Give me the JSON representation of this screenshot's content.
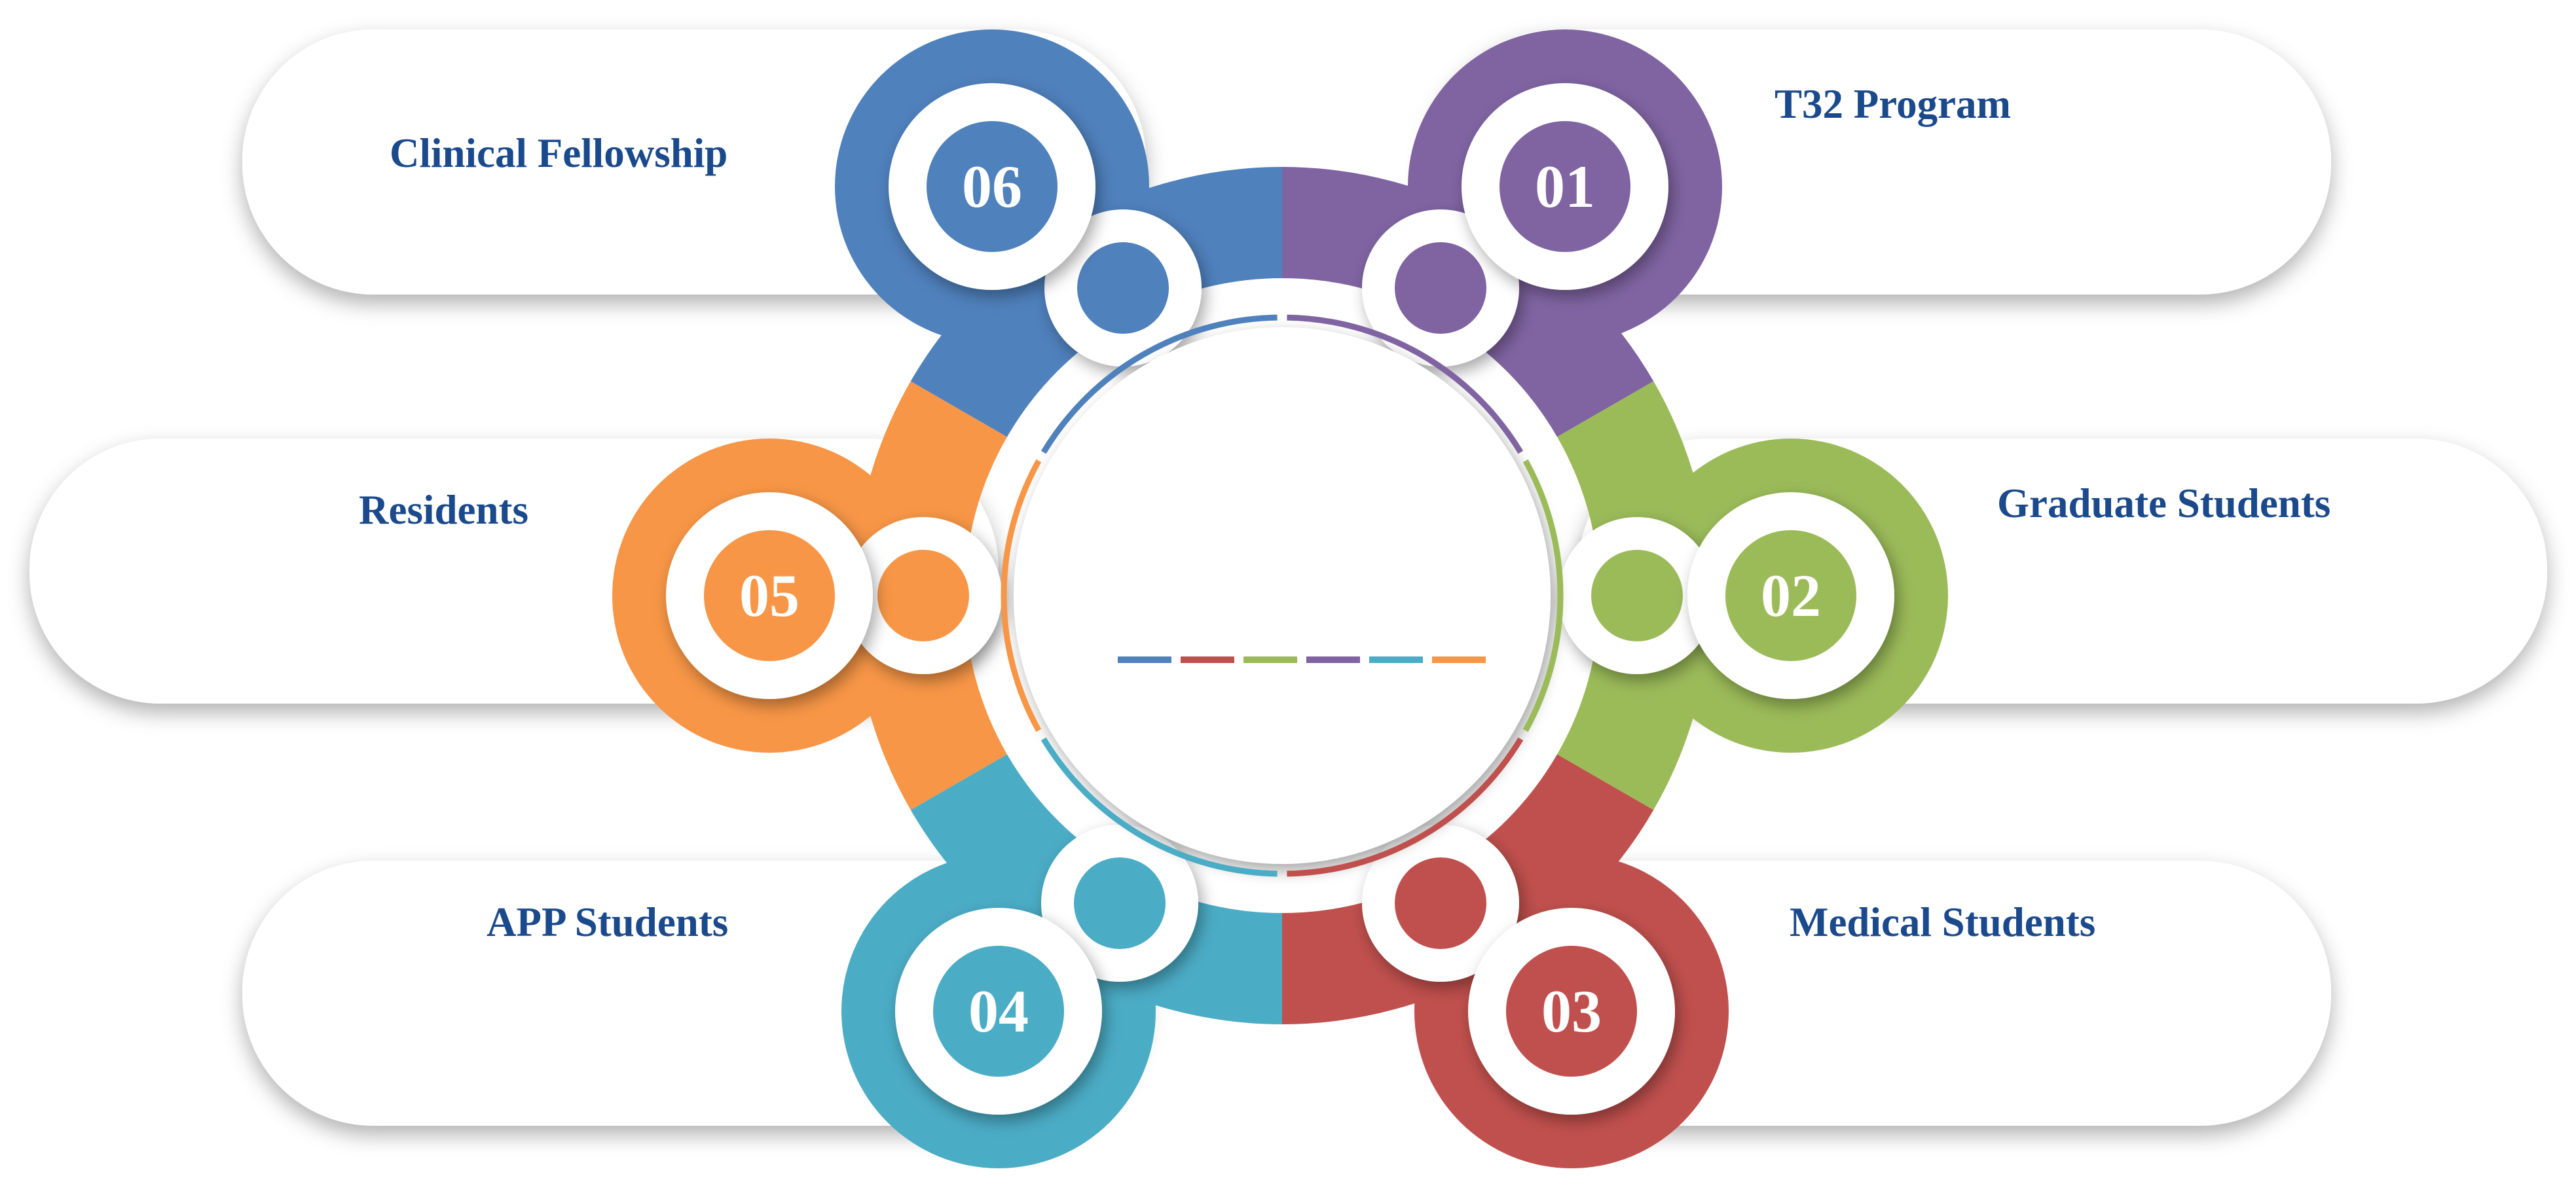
{
  "colors": {
    "purple": "#8064a2",
    "green": "#9bbb59",
    "red": "#c0504d",
    "teal": "#4bacc6",
    "orange": "#f79646",
    "blue": "#4f81bd",
    "label_text": "#1b4a8c"
  },
  "items": [
    {
      "number": "01",
      "label": "T32 Program",
      "color": "#8064a2"
    },
    {
      "number": "02",
      "label": "Graduate Students",
      "color": "#9bbb59"
    },
    {
      "number": "03",
      "label": "Medical Students",
      "color": "#c0504d"
    },
    {
      "number": "04",
      "label": "APP Students",
      "color": "#4bacc6"
    },
    {
      "number": "05",
      "label": "Residents",
      "color": "#f79646"
    },
    {
      "number": "06",
      "label": "Clinical Fellowship",
      "color": "#4f81bd"
    }
  ],
  "center": {
    "dash_colors": [
      "#4f81bd",
      "#c0504d",
      "#9bbb59",
      "#8064a2",
      "#4bacc6",
      "#f79646"
    ]
  }
}
